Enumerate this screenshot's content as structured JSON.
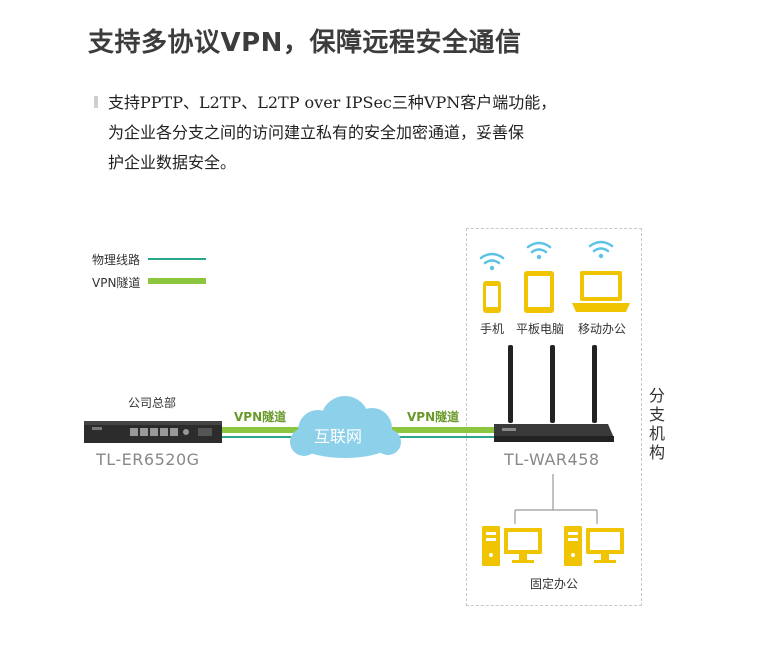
{
  "title": "支持多协议VPN，保障远程安全通信",
  "description": [
    "支持PPTP、L2TP、L2TP  over  IPSec三种VPN客户端功能，",
    "为企业各分支之间的访问建立私有的安全加密通道，妥善保",
    "护企业数据安全。"
  ],
  "legend": {
    "physical": "物理线路",
    "vpn": "VPN隧道"
  },
  "hq": {
    "label": "公司总部",
    "model": "TL-ER6520G"
  },
  "internet": "互联网",
  "tunnel_left": "VPN隧道",
  "tunnel_right": "VPN隧道",
  "branch": {
    "label": "分支机构",
    "model": "TL-WAR458",
    "devices": [
      "手机",
      "平板电脑",
      "移动办公"
    ],
    "fixed_office": "固定办公"
  },
  "colors": {
    "physical_line": "#2aa68a",
    "vpn_line": "#8cc63f",
    "device_yellow": "#f0c400",
    "wifi_blue": "#5bc4e6",
    "cloud": "#8dd0ea"
  }
}
